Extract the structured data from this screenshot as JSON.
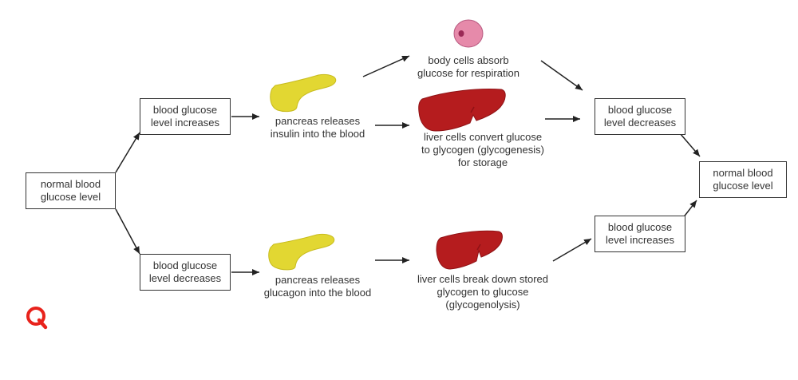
{
  "colors": {
    "pancreas": "#e2d732",
    "pancreas_stroke": "#c8bc1e",
    "liver": "#b51c1e",
    "liver_dark": "#8f1215",
    "cell_fill": "#e68aaa",
    "cell_nucleus": "#9a2a56",
    "logo": "#e8231c",
    "arrow": "#222222"
  },
  "icons": [
    "pancreas-icon",
    "liver-icon",
    "body-cell-icon",
    "brand-logo-icon"
  ],
  "boxes": {
    "normal_start": {
      "line1": "normal blood",
      "line2": "glucose level"
    },
    "increase_start": {
      "line1": "blood glucose",
      "line2": "level increases"
    },
    "decrease_start": {
      "line1": "blood glucose",
      "line2": "level decreases"
    },
    "decrease_end": {
      "line1": "blood glucose",
      "line2": "level decreases"
    },
    "increase_end": {
      "line1": "blood glucose",
      "line2": "level increases"
    },
    "normal_end": {
      "line1": "normal blood",
      "line2": "glucose level"
    }
  },
  "labels": {
    "insulin": {
      "line1": "pancreas releases",
      "line2": "insulin into the blood"
    },
    "glucagon": {
      "line1": "pancreas releases",
      "line2": "glucagon into the blood"
    },
    "body_cells": {
      "line1": "body cells absorb",
      "line2": "glucose for respiration"
    },
    "glycogenesis": {
      "line1": "liver cells convert glucose",
      "line2": "to glycogen (glycogenesis)",
      "line3": "for storage"
    },
    "glycogenolysis": {
      "line1": "liver cells break down stored",
      "line2": "glycogen to glucose",
      "line3": "(glycogenolysis)"
    }
  }
}
